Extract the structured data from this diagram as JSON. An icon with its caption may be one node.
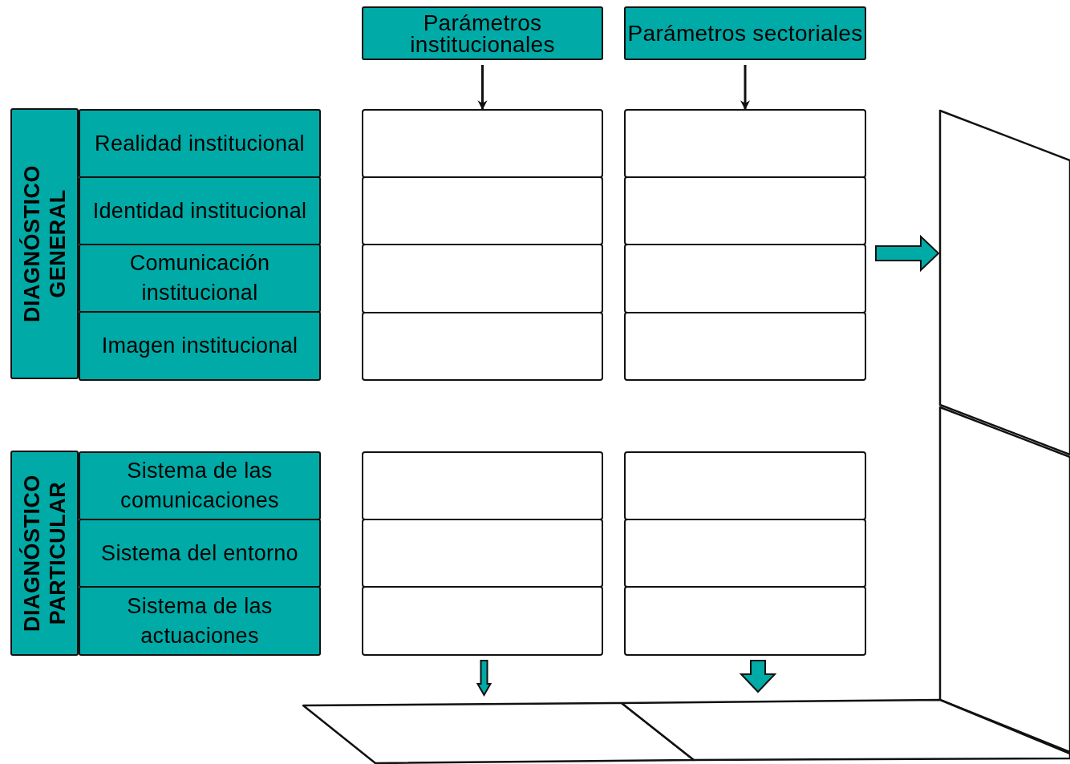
{
  "diagram": {
    "nodes": [
      {
        "text": [
          "Parámetros institucionales"
        ]
      },
      {
        "text": [
          "Parámetros sectoriales"
        ]
      },
      {
        "text": [
          "DIAGNÓSTICO GENERAL"
        ]
      },
      {
        "text": [
          "Realidad institucional"
        ]
      },
      {
        "text": [
          "Identidad institucional"
        ]
      },
      {
        "text": [
          "Comunicación institucional"
        ]
      },
      {
        "text": [
          "Imagen institucional"
        ]
      },
      {
        "text": [
          "DIAGNÓSTICO PARTICULAR"
        ]
      },
      {
        "text": [
          "Sistema de las comunicaciones"
        ]
      },
      {
        "text": [
          "Sistema del entorno"
        ]
      },
      {
        "text": [
          "Sistema de las actuaciones"
        ]
      },
      {
        "text": [],
        "shape": "box"
      },
      {
        "text": [],
        "shape": "box"
      },
      {
        "text": [],
        "shape": "box"
      },
      {
        "text": [],
        "shape": "box"
      },
      {
        "text": [],
        "shape": "box"
      },
      {
        "text": [],
        "shape": "box"
      },
      {
        "text": [],
        "shape": "box"
      },
      {
        "text": [],
        "shape": "box"
      },
      {
        "text": [],
        "shape": "box"
      },
      {
        "text": [],
        "shape": "box"
      },
      {
        "text": [],
        "shape": "box"
      },
      {
        "text": [],
        "shape": "box"
      },
      {
        "text": [],
        "shape": "box"
      },
      {
        "text": [],
        "shape": "box"
      },
      {
        "text": [],
        "shape": "panel"
      },
      {
        "text": [],
        "shape": "panel"
      },
      {
        "text": [],
        "shape": "panel"
      },
      {
        "text": [],
        "shape": "panel"
      }
    ],
    "edges": [
      {
        "from": 0,
        "to": 11,
        "arrow": "to"
      },
      {
        "from": 1,
        "to": 12,
        "arrow": "to"
      },
      {
        "from": null,
        "to": 25,
        "arrow": "to",
        "style": "thick",
        "color": "#00aaa6"
      },
      {
        "from": 23,
        "to": 27,
        "arrow": "to",
        "color": "#00aaa6"
      },
      {
        "from": 24,
        "to": 28,
        "arrow": "to",
        "style": "thick",
        "color": "#00aaa6"
      }
    ]
  }
}
